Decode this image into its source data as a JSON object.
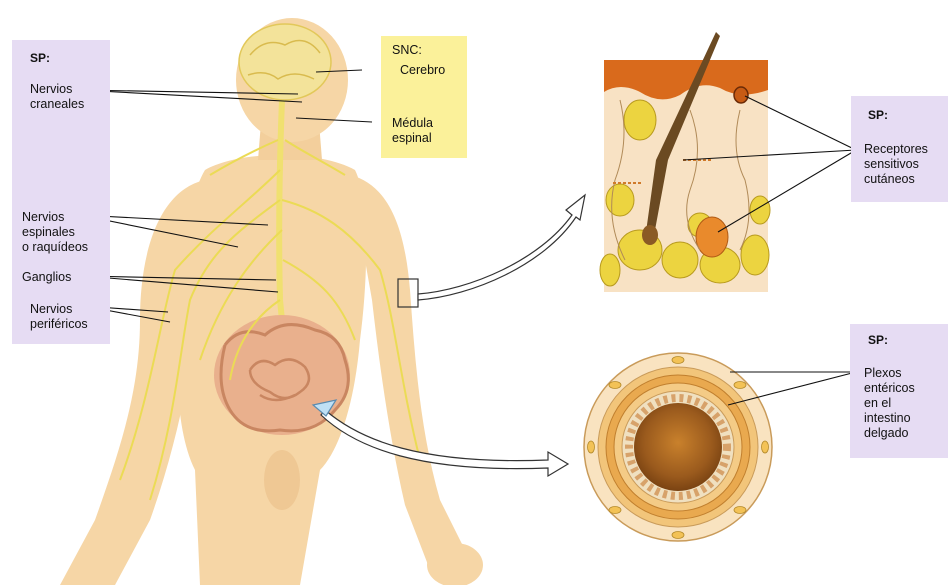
{
  "left_panel": {
    "heading": "SP:",
    "labels": {
      "cranial": "Nervios\ncraneales",
      "spinal": "Nervios\nespinales\no raquídeos",
      "ganglia": "Ganglios",
      "peripheral": "Nervios\nperiféricos"
    }
  },
  "snc_panel": {
    "heading": "SNC:",
    "brain": "Cerebro",
    "spinal_cord": "Médula\nespinal"
  },
  "skin_panel": {
    "heading": "SP:",
    "label": "Receptores\nsensitivos\ncutáneos"
  },
  "intestine_panel": {
    "heading": "SP:",
    "label": "Plexos\nentéricos\nen el\nintestino\ndelgado"
  },
  "colors": {
    "panel_lilac": "#e6dcf3",
    "panel_yellow": "#fbf19a",
    "skin": "#f6d6a6",
    "nerve": "#ede05a",
    "fat": "#ecd440",
    "dermis_top": "#d96a1c"
  }
}
